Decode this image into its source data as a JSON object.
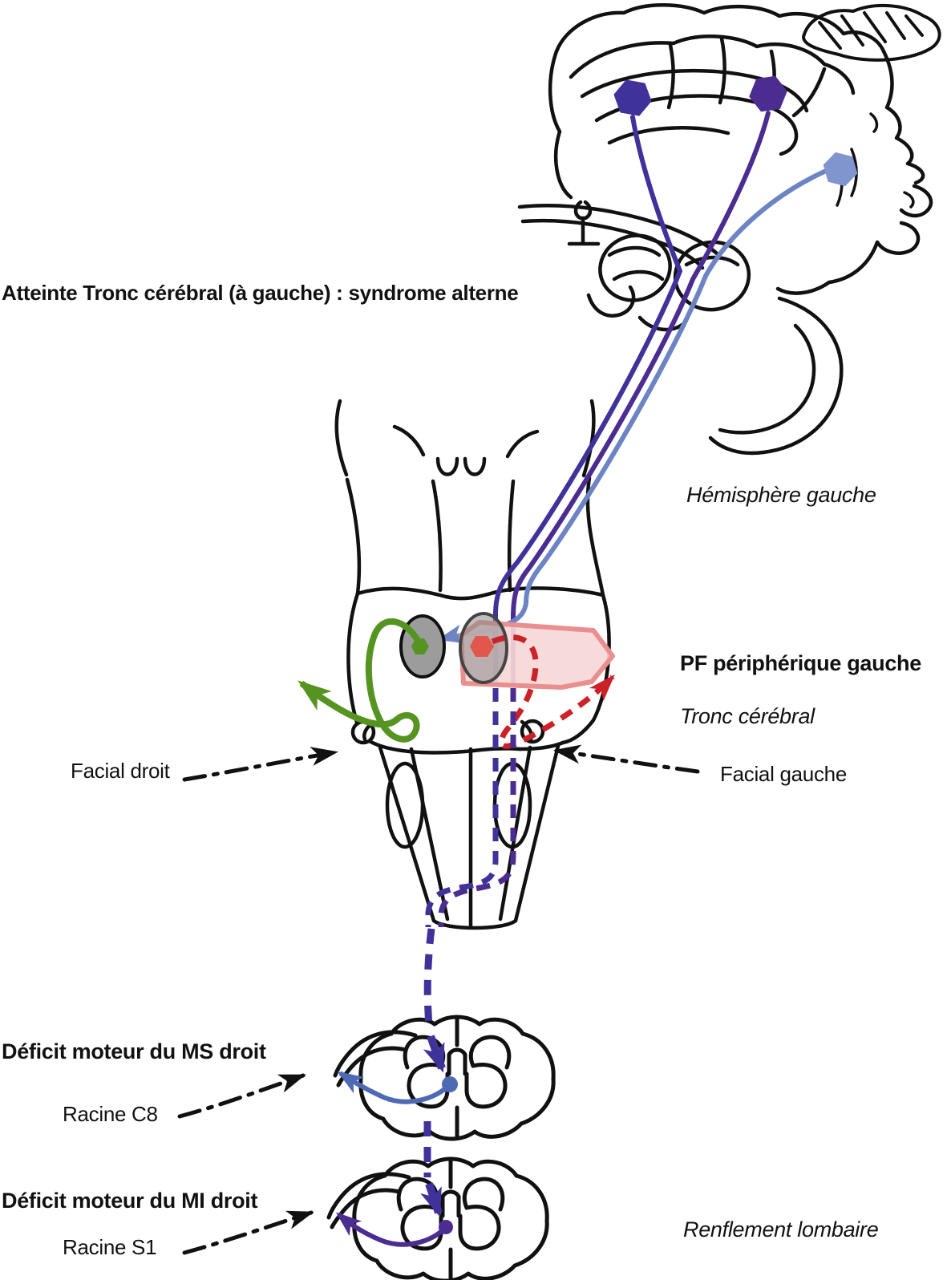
{
  "diagram": {
    "title": "Atteinte Tronc cérébral (à gauche) : syndrome alterne",
    "labels": {
      "hemisphere_gauche": "Hémisphère gauche",
      "pf_peripherique_gauche": "PF périphérique gauche",
      "tronc_cerebral": "Tronc cérébral",
      "facial_droit": "Facial droit",
      "facial_gauche": "Facial gauche",
      "deficit_ms": "Déficit moteur du MS droit",
      "racine_c8": "Racine C8",
      "deficit_mi": "Déficit moteur du MI droit",
      "racine_s1": "Racine S1",
      "renflement_lombaire": "Renflement lombaire"
    },
    "legend_semantics": {
      "indigo_paths": "faisceau cortico-spinal (voie pyramidale)",
      "blue_path": "faisceau cortico-nucléaire vers noyau facial droit",
      "green_path": "nerf facial droit (intact)",
      "red_dashed_path": "nerf facial gauche (atteint, pointillés)",
      "pink_zone": "zone de lésion du tronc cérébral (à gauche)",
      "grey_ovals": "noyaux du nerf facial",
      "hexagons": "corps cellulaires corticaux (cortex moteur)"
    }
  },
  "colors": {
    "black_line": "#111111",
    "indigo": "#3f339b",
    "violet": "#4b2d91",
    "blue": "#6d84c4",
    "blue_hex": "#8095ce",
    "blue_dot": "#4f6ab5",
    "green": "#569421",
    "red": "#cc2127",
    "salmon": "#e2574b",
    "pink_fill": "#f6d7d7",
    "pink_border": "#e98f8f",
    "grey_nucleus": "#9c9c9c"
  }
}
